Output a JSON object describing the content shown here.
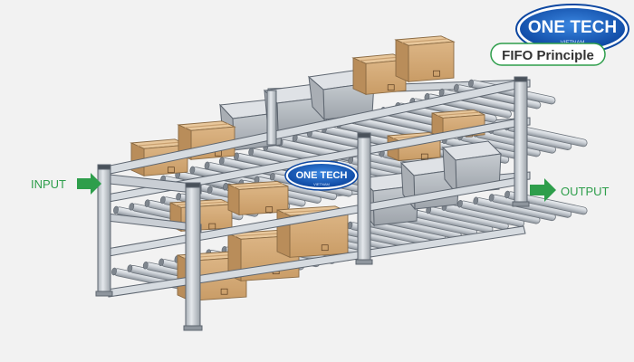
{
  "brand": {
    "name": "ONE TECH",
    "tagline": "VIETNAM"
  },
  "caption": "FIFO Principle",
  "flow": {
    "input_label": "INPUT",
    "output_label": "OUTPUT"
  },
  "colors": {
    "background": "#f2f2f2",
    "frame": "#c5cbd2",
    "frame_edge": "#5e6670",
    "box": "#d9b07f",
    "box_dark": "#b98d5a",
    "bin": "#b3b8be",
    "arrow": "#2e9e4b",
    "logo_blue": "#1565c0"
  },
  "icons": {
    "input_arrow": "arrow-right-icon",
    "output_arrow": "arrow-right-icon",
    "box_symbol": "fragile-symbol-icon"
  }
}
